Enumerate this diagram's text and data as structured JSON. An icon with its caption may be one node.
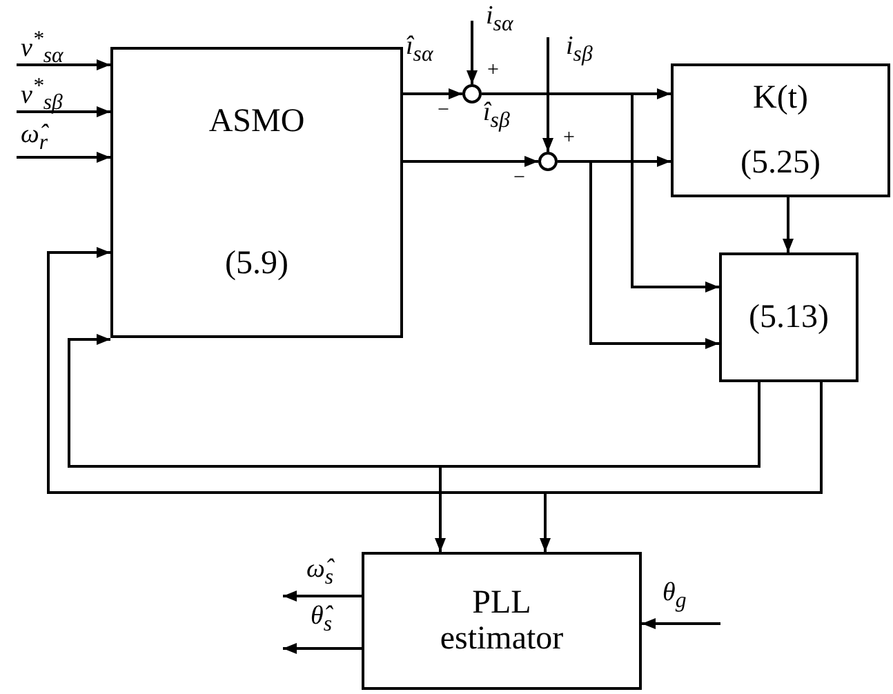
{
  "diagram": {
    "nodes": [
      {
        "text": [
          "ASMO",
          "(5.9)"
        ]
      },
      {
        "text": [],
        "shape": "circle",
        "beside": [
          "+",
          "−"
        ]
      },
      {
        "text": [],
        "shape": "circle",
        "beside": [
          "+",
          "−"
        ]
      },
      {
        "text": [
          "K(t)",
          "(5.25)"
        ]
      },
      {
        "text": [
          "(5.13)"
        ]
      },
      {
        "text": [
          "PLL estimator"
        ]
      }
    ],
    "edges": [
      {
        "from": null,
        "to": 0,
        "arrow": "to",
        "label": "v$^{*}$$_{sα}$"
      },
      {
        "from": null,
        "to": 0,
        "arrow": "to",
        "label": "v$^{*}$$_{sβ}$"
      },
      {
        "from": null,
        "to": 0,
        "arrow": "to",
        "label": "ω̂$_{r}$"
      },
      {
        "from": 0,
        "to": 1,
        "arrow": "to",
        "label": "î$_{sα}$"
      },
      {
        "from": 0,
        "to": 2,
        "arrow": "to",
        "label": "î$_{sβ}$"
      },
      {
        "from": null,
        "to": 1,
        "arrow": "to",
        "label": "i$_{sα}$"
      },
      {
        "from": null,
        "to": 2,
        "arrow": "to",
        "label": "i$_{sβ}$"
      },
      {
        "from": 1,
        "to": 3,
        "arrow": "to"
      },
      {
        "from": 1,
        "to": 4,
        "arrow": "to"
      },
      {
        "from": 2,
        "to": 3,
        "arrow": "to"
      },
      {
        "from": 2,
        "to": 4,
        "arrow": "to"
      },
      {
        "from": 3,
        "to": 4,
        "arrow": "to"
      },
      {
        "from": 4,
        "to": 0,
        "arrow": "to"
      },
      {
        "from": 4,
        "to": 0,
        "arrow": "to"
      },
      {
        "from": 4,
        "to": 5,
        "arrow": "to"
      },
      {
        "from": 4,
        "to": 5,
        "arrow": "to"
      },
      {
        "from": 5,
        "to": null,
        "arrow": "to",
        "label": "ω̂$_{s}$"
      },
      {
        "from": 5,
        "to": null,
        "arrow": "to",
        "label": "θ̂$_{s}$"
      },
      {
        "from": null,
        "to": 5,
        "arrow": "to",
        "label": "θ$_{g}$"
      }
    ]
  }
}
